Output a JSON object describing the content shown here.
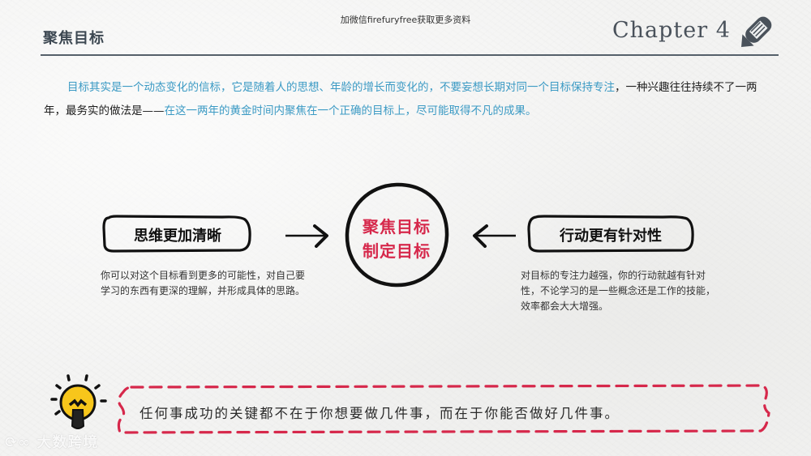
{
  "watermark": "加微信firefuryfree获取更多资料",
  "header": {
    "title": "聚焦目标",
    "chapter": "Chapter 4",
    "chapter_icon": "pencil-icon"
  },
  "intro": {
    "segments": [
      {
        "text": "目标其实是一个动态变化的信标，它是随着人的思想、年龄的增长而变化的，不要妄想长期对同一个目标保持专注",
        "color": "#3b9ac4"
      },
      {
        "text": "，一种兴趣往往持续不了一两年，最务实的做法是——",
        "color": "#1d1d1d"
      },
      {
        "text": "在这一两年的黄金时间内聚焦在一个正确的目标上，尽可能取得不凡的成果。",
        "color": "#3b9ac4"
      }
    ]
  },
  "diagram": {
    "center": {
      "line1": "聚焦目标",
      "line2": "制定目标",
      "color": "#d6284b"
    },
    "left": {
      "label": "思维更加清晰",
      "description": "你可以对这个目标看到更多的可能性，对自己要学习的东西有更深的理解，并形成具体的思路。",
      "arrow": "arrow-right-icon"
    },
    "right": {
      "label": "行动更有针对性",
      "description": "对目标的专注力越强，你的行动就越有针对性，不论学习的是一些概念还是工作的技能，效率都会大大增强。",
      "arrow": "arrow-left-icon"
    }
  },
  "quote": {
    "icon": "lightbulb-icon",
    "text": "任何事成功的关键都不在于你想要做几件事，而在于你能否做好几件事。",
    "border_color": "#d6284b"
  },
  "logo": {
    "text": "大数跨境"
  }
}
